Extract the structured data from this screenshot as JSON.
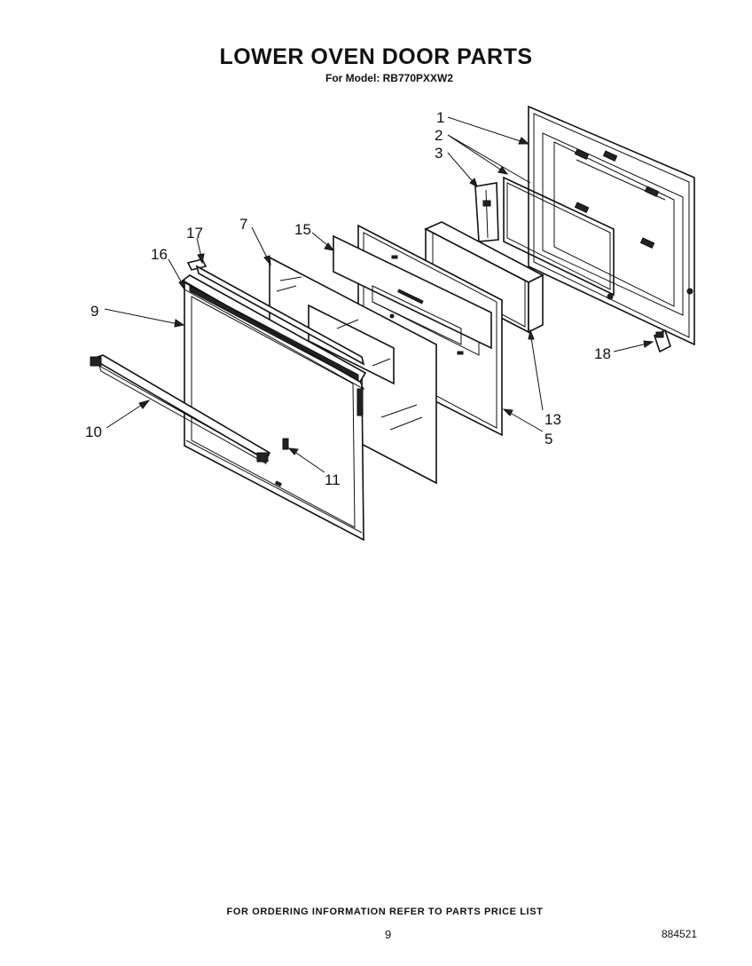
{
  "header": {
    "title": "LOWER OVEN DOOR PARTS",
    "model_line": "For Model: RB770PXXW2"
  },
  "callouts": {
    "c1": "1",
    "c2": "2",
    "c3": "3",
    "c5": "5",
    "c7": "7",
    "c9": "9",
    "c10": "10",
    "c11": "11",
    "c13": "13",
    "c15": "15",
    "c16": "16",
    "c17": "17",
    "c18": "18"
  },
  "footer": {
    "ordering_note": "FOR ORDERING INFORMATION REFER TO PARTS PRICE LIST",
    "page_number": "9",
    "document_number": "884521"
  }
}
